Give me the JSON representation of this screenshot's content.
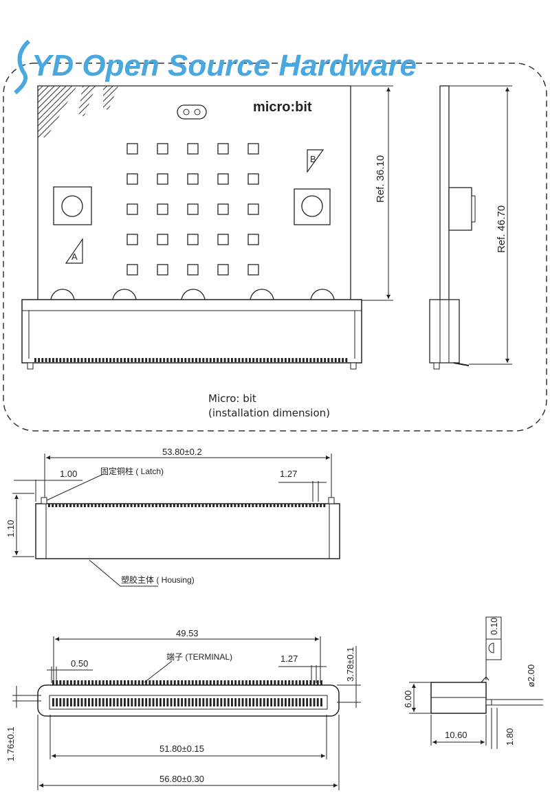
{
  "watermark": {
    "text": "YD Open Source Hardware",
    "color": "#4aa8e0"
  },
  "board": {
    "logo": "micro:bit",
    "button_a": "A",
    "button_b": "B",
    "ref_height": "Ref. 36.10",
    "ref_side_height": "Ref. 46.70",
    "caption_line1": "Micro: bit",
    "caption_line2": "(installation dimension)"
  },
  "top_view": {
    "overall": "53.80±0.2",
    "latch_offset": "1.00",
    "latch_label": "固定铜柱 ( Latch)",
    "pitch": "1.27",
    "height": "1.10",
    "housing_label": "塑胶主体 ( Housing)"
  },
  "front_view": {
    "terminal_span": "49.53",
    "terminal_width": "0.50",
    "terminal_label": "端子 (TERMINAL)",
    "pitch": "1.27",
    "slot_depth": "3.78±0.1",
    "pin_offset": "1.76±0.1",
    "inner_width": "51.80±0.15",
    "overall_width": "56.80±0.30"
  },
  "side_view": {
    "tolerance_box": "0.10",
    "diameter": "ø2.00",
    "height": "6.00",
    "depth": "10.60",
    "pin": "1.80"
  }
}
